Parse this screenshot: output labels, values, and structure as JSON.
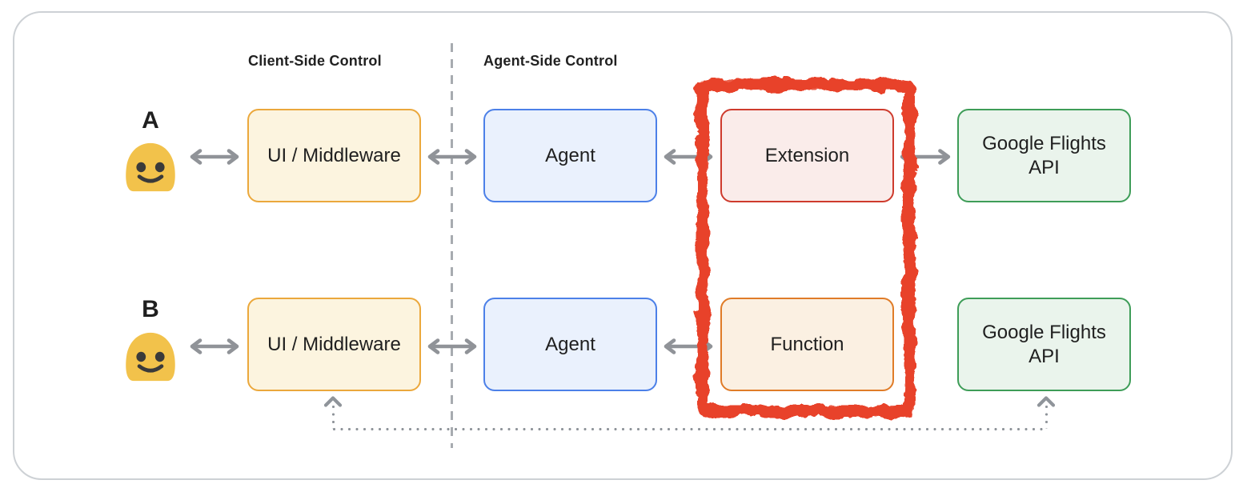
{
  "section_labels": {
    "client": "Client-Side Control",
    "agent": "Agent-Side Control"
  },
  "rows": [
    {
      "label": "A",
      "user_icon": "smiley-face-emoji",
      "boxes": [
        "UI / Middleware",
        "Agent",
        "Extension",
        "Google Flights API"
      ]
    },
    {
      "label": "B",
      "user_icon": "smiley-face-emoji",
      "boxes": [
        "UI / Middleware",
        "Agent",
        "Function",
        "Google Flights API"
      ]
    }
  ],
  "icons": {
    "user": "smiley-face-emoji",
    "highlight": "red-scribble-rectangle",
    "bypass": "dotted-up-arrow-line",
    "connector": "gray-double-headed-arrow",
    "separator": "vertical-dashed-line"
  },
  "colors": {
    "yellow_border": "#EBA83C",
    "yellow_bg": "#FCF4DF",
    "blue_border": "#4C80E8",
    "blue_bg": "#EAF1FD",
    "red_border": "#CE3B2D",
    "red_bg": "#FAECEA",
    "orange_border": "#E07C28",
    "orange_bg": "#FBF0E2",
    "green_border": "#3E9D58",
    "green_bg": "#EAF4EC",
    "scribble_red": "#E8432A",
    "arrow_gray": "#909398",
    "emoji_yellow": "#F2C24B",
    "frame_border": "#CDD1D5"
  }
}
